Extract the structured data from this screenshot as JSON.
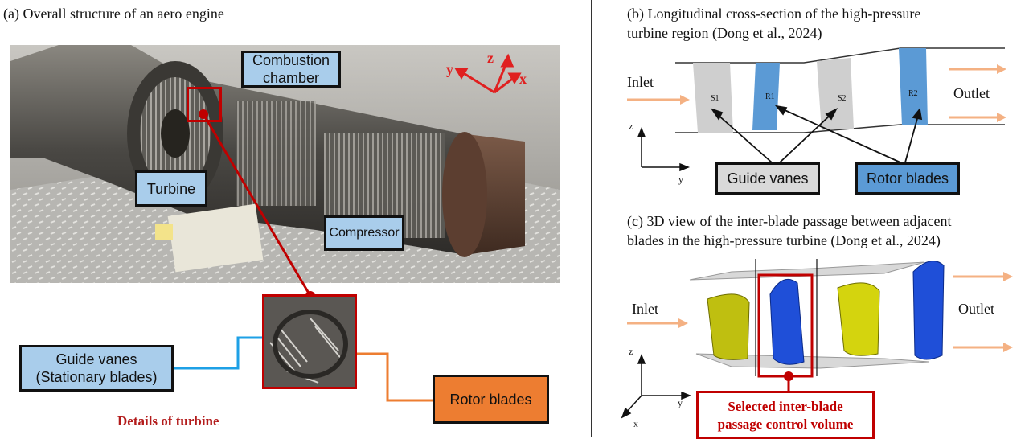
{
  "panel_a": {
    "caption": "(a) Overall structure of an aero engine",
    "labels": {
      "combustion": "Combustion chamber",
      "turbine": "Turbine",
      "compressor": "Compressor",
      "guide_vanes": "Guide vanes (Stationary blades)",
      "rotor_blades": "Rotor blades",
      "details": "Details of turbine"
    },
    "axes": {
      "x": "x",
      "y": "y",
      "z": "z"
    }
  },
  "panel_b": {
    "caption_line1": "(b) Longitudinal cross-section of the high-pressure",
    "caption_line2": "turbine region (Dong et al., 2024)",
    "inlet": "Inlet",
    "outlet": "Outlet",
    "blade_labels": [
      "S1",
      "R1",
      "S2",
      "R2"
    ],
    "guide_vanes": "Guide vanes",
    "rotor_blades": "Rotor blades",
    "axis_z": "z",
    "axis_y": "y"
  },
  "panel_c": {
    "caption_line1": "(c) 3D view of the inter-blade passage between adjacent",
    "caption_line2": "blades in the high-pressure turbine (Dong et al., 2024)",
    "inlet": "Inlet",
    "outlet": "Outlet",
    "selected_line1": "Selected inter-blade",
    "selected_line2": "passage control volume",
    "axis_z": "z",
    "axis_y": "y",
    "axis_x": "x"
  },
  "colors": {
    "label_blue": "#a9cdeb",
    "rotor_blue": "#5b9ad5",
    "vane_gray": "#d9d9d9",
    "orange": "#ed7d31",
    "highlight_red": "#c00000",
    "arrow_peach": "#f4b183"
  }
}
